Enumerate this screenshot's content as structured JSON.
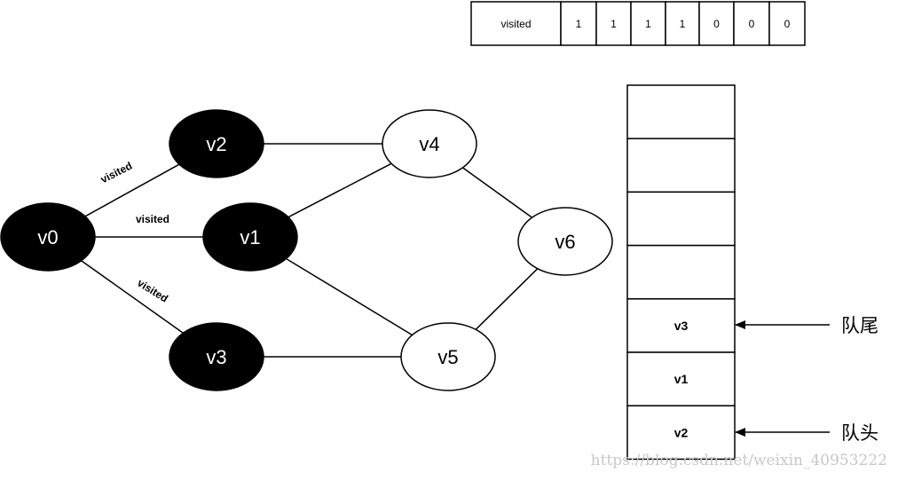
{
  "visited_array": {
    "label": "visited",
    "values": [
      "1",
      "1",
      "1",
      "1",
      "0",
      "0",
      "0"
    ]
  },
  "graph": {
    "nodes": [
      {
        "id": "v0",
        "label": "v0",
        "visited": true
      },
      {
        "id": "v1",
        "label": "v1",
        "visited": true
      },
      {
        "id": "v2",
        "label": "v2",
        "visited": true
      },
      {
        "id": "v3",
        "label": "v3",
        "visited": true
      },
      {
        "id": "v4",
        "label": "v4",
        "visited": false
      },
      {
        "id": "v5",
        "label": "v5",
        "visited": false
      },
      {
        "id": "v6",
        "label": "v6",
        "visited": false
      }
    ],
    "edges": [
      {
        "from": "v0",
        "to": "v2",
        "label": "visited"
      },
      {
        "from": "v0",
        "to": "v1",
        "label": "visited"
      },
      {
        "from": "v0",
        "to": "v3",
        "label": "visited"
      },
      {
        "from": "v2",
        "to": "v4",
        "label": ""
      },
      {
        "from": "v1",
        "to": "v4",
        "label": ""
      },
      {
        "from": "v1",
        "to": "v5",
        "label": ""
      },
      {
        "from": "v3",
        "to": "v5",
        "label": ""
      },
      {
        "from": "v4",
        "to": "v6",
        "label": ""
      },
      {
        "from": "v5",
        "to": "v6",
        "label": ""
      }
    ]
  },
  "queue": {
    "cells": [
      "",
      "",
      "",
      "",
      "v3",
      "v1",
      "v2"
    ],
    "tail_label": "队尾",
    "head_label": "队头"
  },
  "watermark": "https://blog.csdn.net/weixin_40953222"
}
